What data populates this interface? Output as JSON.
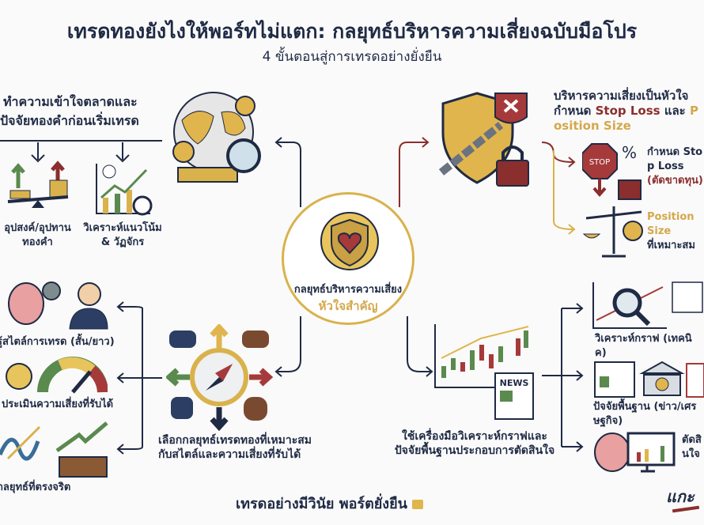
{
  "header": {
    "title": "เทรดทองยังไงให้พอร์ทไม่แตก: กลยุทธ์บริหารความเสี่ยงฉบับมือโปร",
    "subtitle": "4 ขั้นตอนสู่การเทรดอย่างยั่งยืน"
  },
  "center": {
    "line1": "กลยุทธ์บริหารความเสี่ยง",
    "line2": "หัวใจสำคัญ"
  },
  "step1": {
    "line1": "ทำความเข้าใจตลาดและ",
    "line2": "ปัจจัยทองคำก่อนเริ่มเทรด",
    "items": [
      {
        "line1": "อุปสงค์/อุปทาน",
        "line2": "ทองคำ"
      },
      {
        "line1": "วิเคราะห์แนวโน้ม",
        "line2": "& วัฏจักร"
      }
    ]
  },
  "step2": {
    "line1": "บริหารความเสี่ยงเป็นหัวใจ",
    "line2_pre": "กำหนด ",
    "line2_red": "Stop Loss",
    "line2_mid": " และ ",
    "line2_gold": "Position Size",
    "items": [
      {
        "line1": "กำหนด Stop Loss",
        "line2": "(ตัดขาดทุน)",
        "icon": "stop-sign-icon"
      },
      {
        "line1": "Position Size",
        "line2": "ที่เหมาะสม",
        "icon": "balance-scale-icon"
      }
    ]
  },
  "step3": {
    "line1": "เลือกกลยุทธ์เทรดทองที่เหมาะสม",
    "line2": "กับสไตล์และความเสี่ยงที่รับได้",
    "items": [
      "รู้สไตล์การเทรด (สั้น/ยาว)",
      "ประเมินความเสี่ยงที่รับได้",
      "กลยุทธ์ที่ตรงจริต"
    ]
  },
  "step4": {
    "line1": "ใช้เครื่องมือวิเคราะห์กราฟและ",
    "line2": "ปัจจัยพื้นฐานประกอบการตัดสินใจ",
    "items": [
      "วิเคราะห์กราฟ (เทคนิค)",
      "ปัจจัยพื้นฐาน (ข่าว/เศรษฐกิจ)",
      "ตัดสินใจ"
    ],
    "news_label": "NEWS"
  },
  "footer": {
    "text": "เทรดอย่างมีวินัย พอร์ตยั่งยืน",
    "icon": "lock-icon",
    "brand": "แกะ"
  },
  "colors": {
    "navy": "#1f2a44",
    "gold": "#d9b24c",
    "red": "#8b2e2e",
    "green": "#5a8a4e"
  }
}
